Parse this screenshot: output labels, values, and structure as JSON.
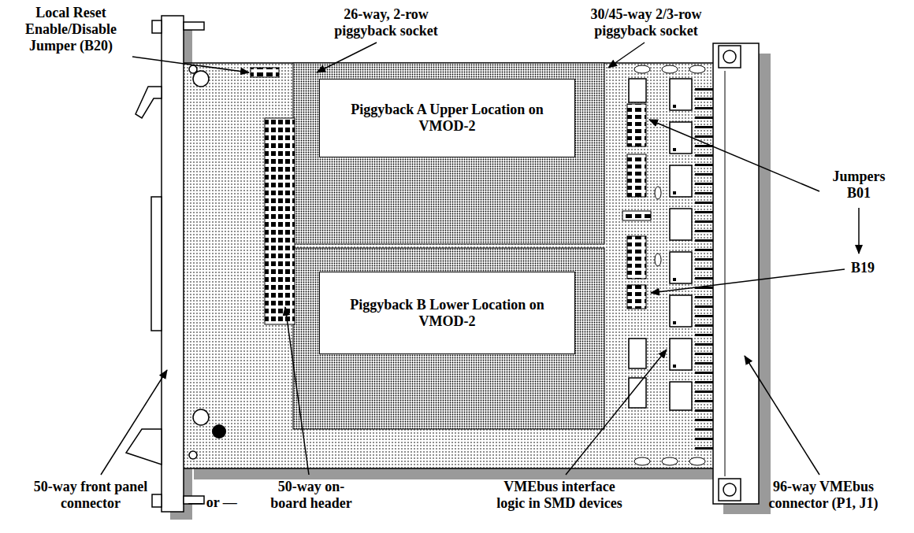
{
  "diagram": {
    "nodes": [
      {
        "text": [
          "Piggyback A Upper Location on VMOD-2"
        ]
      },
      {
        "text": [
          "Piggyback B Lower Location on VMOD-2"
        ]
      }
    ],
    "labels": [
      "Local Reset Enable/Disable Jumper (B20)",
      "26-way, 2-row piggyback socket",
      "30/45-way 2/3-row piggyback socket",
      "Jumpers B01",
      "B19",
      "50-way front panel connector",
      "— or —",
      "50-way on-board header",
      "VMEbus interface logic in SMD devices",
      "96-way VMEbus connector (P1, J1)"
    ]
  }
}
